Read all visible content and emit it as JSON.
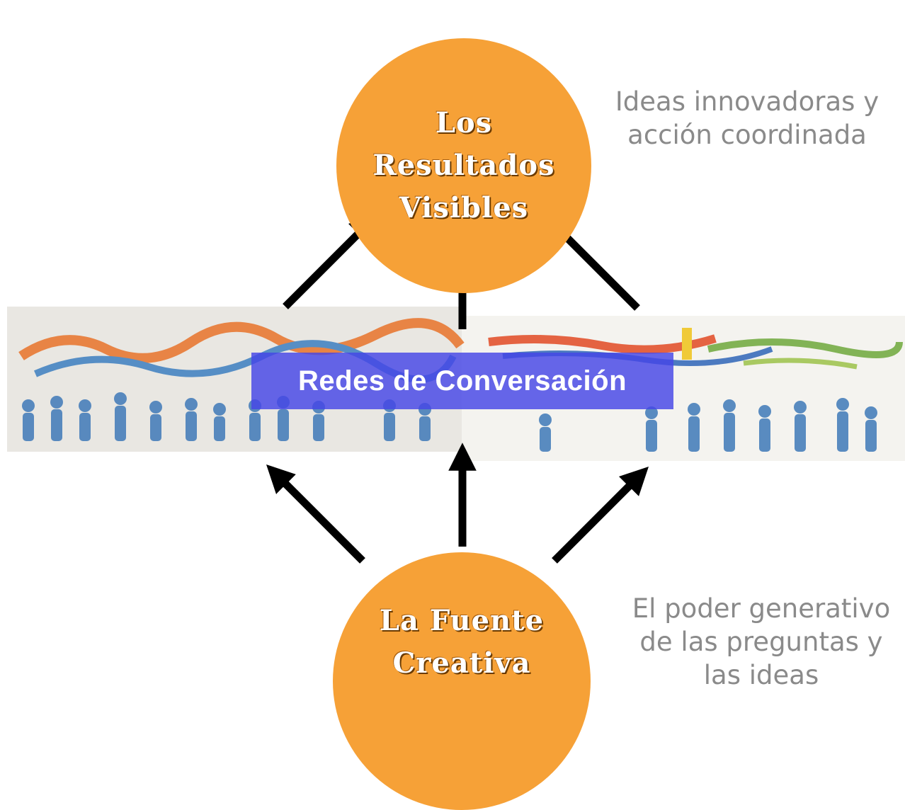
{
  "top_circle": {
    "lines": [
      "Los",
      "Resultados",
      "Visibles"
    ]
  },
  "bottom_circle": {
    "lines": [
      "La Fuente",
      "Creativa"
    ]
  },
  "top_note": {
    "lines": [
      "Ideas innovadoras y",
      "acción coordinada"
    ]
  },
  "bottom_note": {
    "lines": [
      "El poder generativo",
      "de las preguntas y",
      "las ideas"
    ]
  },
  "band": {
    "label": "Redes de Conversación"
  },
  "colors": {
    "circle": "#f6a137",
    "note": "#8a8a8a",
    "label_box": "#4646e6",
    "arrow": "#000000"
  }
}
